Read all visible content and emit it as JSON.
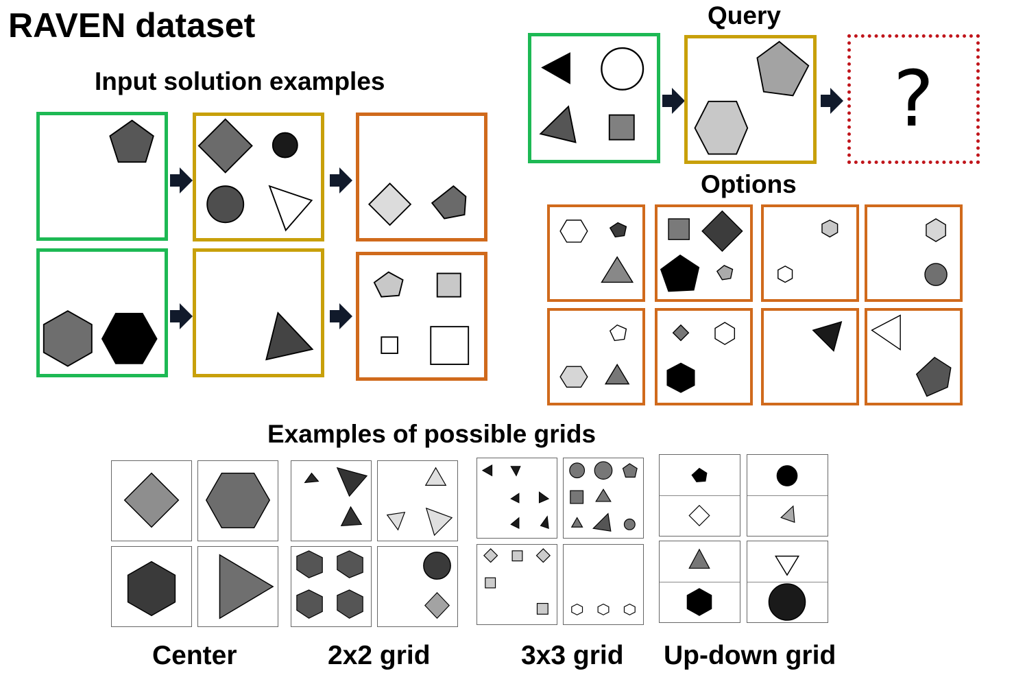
{
  "title": "RAVEN dataset",
  "sections": {
    "input_examples": "Input solution examples",
    "query": "Query",
    "options": "Options",
    "grids": "Examples of possible grids"
  },
  "query_unknown": "?",
  "grid_labels": {
    "center": "Center",
    "grid_2x2": "2x2 grid",
    "grid_3x3": "3x3 grid",
    "up_down": "Up-down grid"
  },
  "colors": {
    "first_panel_border": "#1db954",
    "second_panel_border": "#c8a00a",
    "answer_panel_border": "#d06a1c",
    "unknown_panel_border": "#c0151b",
    "arrow_fill": "#111a2b"
  },
  "icons": [
    "arrow-right-icon",
    "question-mark-icon"
  ]
}
